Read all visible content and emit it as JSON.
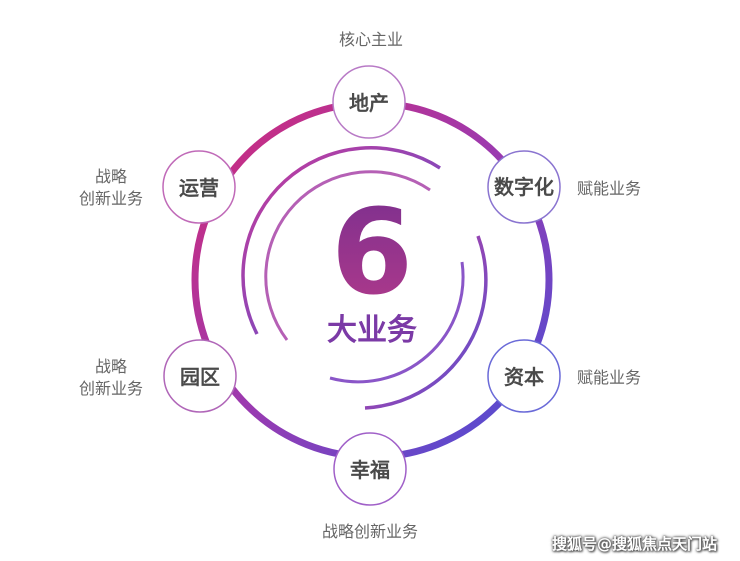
{
  "center": {
    "number": "6",
    "label": "大业务"
  },
  "nodes": [
    {
      "id": "dichan",
      "label": "地产",
      "side_label": "核心主业"
    },
    {
      "id": "shuzihua",
      "label": "数字化",
      "side_label": "赋能业务"
    },
    {
      "id": "ziben",
      "label": "资本",
      "side_label": "赋能业务"
    },
    {
      "id": "xingfu",
      "label": "幸福",
      "side_label": "战略创新业务"
    },
    {
      "id": "yuanqu",
      "label": "园区",
      "side_label_lines": [
        "战略",
        "创新业务"
      ]
    },
    {
      "id": "yunying",
      "label": "运营",
      "side_label_lines": [
        "战略",
        "创新业务"
      ]
    }
  ],
  "watermark": "搜狐号@搜狐焦点天门站",
  "colors": {
    "magenta": "#c2267a",
    "purple": "#8a3fb0",
    "blue": "#4b55d6",
    "node_border": "#b06ac0",
    "node_text": "#4a4a4a",
    "side_text": "#666666"
  }
}
